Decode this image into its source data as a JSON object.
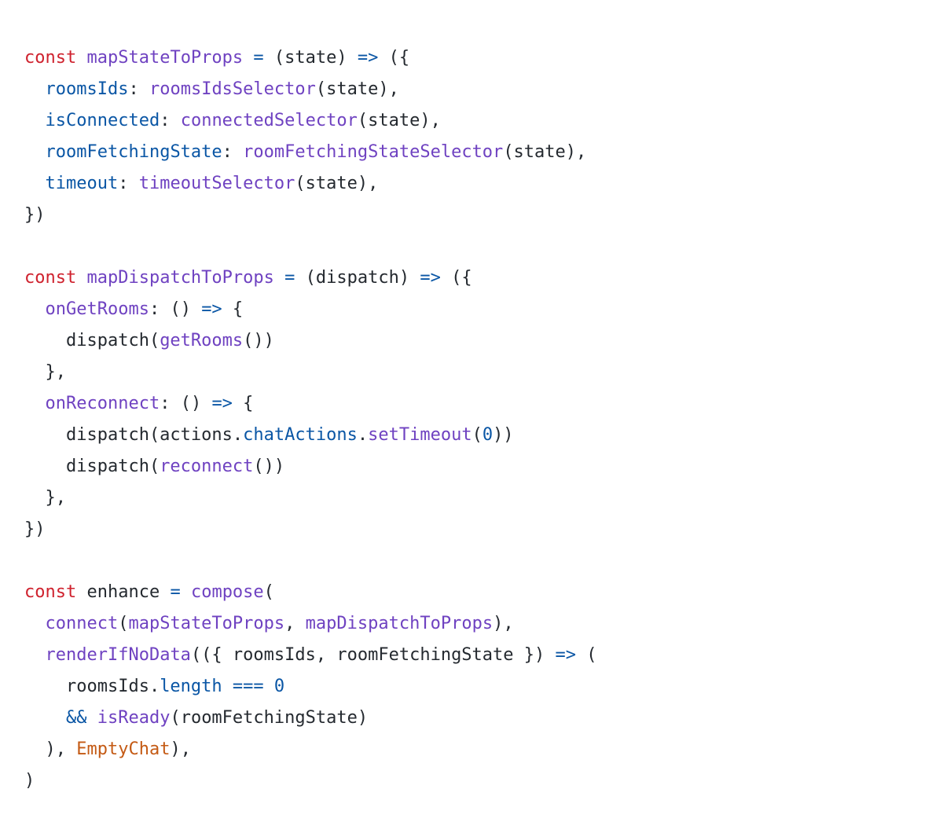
{
  "code": {
    "lines": [
      [
        {
          "text": "const",
          "kind": "keyword"
        },
        {
          "text": " ",
          "kind": "plain"
        },
        {
          "text": "mapStateToProps",
          "kind": "function"
        },
        {
          "text": " ",
          "kind": "plain"
        },
        {
          "text": "=",
          "kind": "operator"
        },
        {
          "text": " (state) ",
          "kind": "plain"
        },
        {
          "text": "=>",
          "kind": "operator"
        },
        {
          "text": " ({",
          "kind": "plain"
        }
      ],
      [
        {
          "text": "  ",
          "kind": "plain"
        },
        {
          "text": "roomsIds",
          "kind": "property"
        },
        {
          "text": ": ",
          "kind": "plain"
        },
        {
          "text": "roomsIdsSelector",
          "kind": "function"
        },
        {
          "text": "(state),",
          "kind": "plain"
        }
      ],
      [
        {
          "text": "  ",
          "kind": "plain"
        },
        {
          "text": "isConnected",
          "kind": "property"
        },
        {
          "text": ": ",
          "kind": "plain"
        },
        {
          "text": "connectedSelector",
          "kind": "function"
        },
        {
          "text": "(state),",
          "kind": "plain"
        }
      ],
      [
        {
          "text": "  ",
          "kind": "plain"
        },
        {
          "text": "roomFetchingState",
          "kind": "property"
        },
        {
          "text": ": ",
          "kind": "plain"
        },
        {
          "text": "roomFetchingStateSelector",
          "kind": "function"
        },
        {
          "text": "(state),",
          "kind": "plain"
        }
      ],
      [
        {
          "text": "  ",
          "kind": "plain"
        },
        {
          "text": "timeout",
          "kind": "property"
        },
        {
          "text": ": ",
          "kind": "plain"
        },
        {
          "text": "timeoutSelector",
          "kind": "function"
        },
        {
          "text": "(state),",
          "kind": "plain"
        }
      ],
      [
        {
          "text": "})",
          "kind": "plain"
        }
      ],
      [],
      [
        {
          "text": "const",
          "kind": "keyword"
        },
        {
          "text": " ",
          "kind": "plain"
        },
        {
          "text": "mapDispatchToProps",
          "kind": "function"
        },
        {
          "text": " ",
          "kind": "plain"
        },
        {
          "text": "=",
          "kind": "operator"
        },
        {
          "text": " (dispatch) ",
          "kind": "plain"
        },
        {
          "text": "=>",
          "kind": "operator"
        },
        {
          "text": " ({",
          "kind": "plain"
        }
      ],
      [
        {
          "text": "  ",
          "kind": "plain"
        },
        {
          "text": "onGetRooms",
          "kind": "function"
        },
        {
          "text": ": () ",
          "kind": "plain"
        },
        {
          "text": "=>",
          "kind": "operator"
        },
        {
          "text": " {",
          "kind": "plain"
        }
      ],
      [
        {
          "text": "    dispatch(",
          "kind": "plain"
        },
        {
          "text": "getRooms",
          "kind": "function"
        },
        {
          "text": "())",
          "kind": "plain"
        }
      ],
      [
        {
          "text": "  },",
          "kind": "plain"
        }
      ],
      [
        {
          "text": "  ",
          "kind": "plain"
        },
        {
          "text": "onReconnect",
          "kind": "function"
        },
        {
          "text": ": () ",
          "kind": "plain"
        },
        {
          "text": "=>",
          "kind": "operator"
        },
        {
          "text": " {",
          "kind": "plain"
        }
      ],
      [
        {
          "text": "    dispatch(actions.",
          "kind": "plain"
        },
        {
          "text": "chatActions",
          "kind": "property"
        },
        {
          "text": ".",
          "kind": "plain"
        },
        {
          "text": "setTimeout",
          "kind": "function"
        },
        {
          "text": "(",
          "kind": "plain"
        },
        {
          "text": "0",
          "kind": "number"
        },
        {
          "text": "))",
          "kind": "plain"
        }
      ],
      [
        {
          "text": "    dispatch(",
          "kind": "plain"
        },
        {
          "text": "reconnect",
          "kind": "function"
        },
        {
          "text": "())",
          "kind": "plain"
        }
      ],
      [
        {
          "text": "  },",
          "kind": "plain"
        }
      ],
      [
        {
          "text": "})",
          "kind": "plain"
        }
      ],
      [],
      [
        {
          "text": "const",
          "kind": "keyword"
        },
        {
          "text": " enhance ",
          "kind": "plain"
        },
        {
          "text": "=",
          "kind": "operator"
        },
        {
          "text": " ",
          "kind": "plain"
        },
        {
          "text": "compose",
          "kind": "function"
        },
        {
          "text": "(",
          "kind": "plain"
        }
      ],
      [
        {
          "text": "  ",
          "kind": "plain"
        },
        {
          "text": "connect",
          "kind": "function"
        },
        {
          "text": "(",
          "kind": "plain"
        },
        {
          "text": "mapStateToProps",
          "kind": "function"
        },
        {
          "text": ", ",
          "kind": "plain"
        },
        {
          "text": "mapDispatchToProps",
          "kind": "function"
        },
        {
          "text": "),",
          "kind": "plain"
        }
      ],
      [
        {
          "text": "  ",
          "kind": "plain"
        },
        {
          "text": "renderIfNoData",
          "kind": "function"
        },
        {
          "text": "(({ roomsIds, roomFetchingState }) ",
          "kind": "plain"
        },
        {
          "text": "=>",
          "kind": "operator"
        },
        {
          "text": " (",
          "kind": "plain"
        }
      ],
      [
        {
          "text": "    roomsIds.",
          "kind": "plain"
        },
        {
          "text": "length",
          "kind": "property"
        },
        {
          "text": " ",
          "kind": "plain"
        },
        {
          "text": "===",
          "kind": "operator"
        },
        {
          "text": " ",
          "kind": "plain"
        },
        {
          "text": "0",
          "kind": "number"
        }
      ],
      [
        {
          "text": "    ",
          "kind": "plain"
        },
        {
          "text": "&&",
          "kind": "operator"
        },
        {
          "text": " ",
          "kind": "plain"
        },
        {
          "text": "isReady",
          "kind": "function"
        },
        {
          "text": "(roomFetchingState)",
          "kind": "plain"
        }
      ],
      [
        {
          "text": "  ), ",
          "kind": "plain"
        },
        {
          "text": "EmptyChat",
          "kind": "component"
        },
        {
          "text": "),",
          "kind": "plain"
        }
      ],
      [
        {
          "text": ")",
          "kind": "plain"
        }
      ]
    ]
  }
}
